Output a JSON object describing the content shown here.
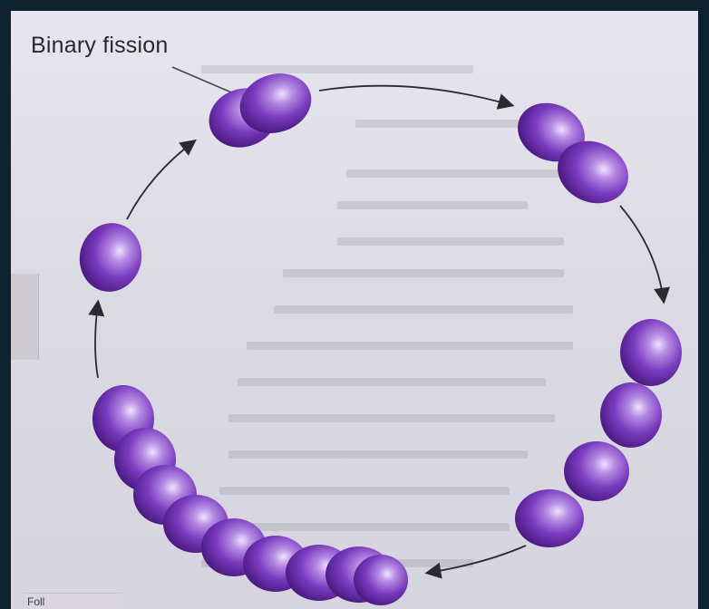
{
  "diagram": {
    "title": "Binary fission",
    "footer_fragment": "Foll",
    "colors": {
      "cell_dark": "#4a1a82",
      "cell_mid": "#7a3bbf",
      "cell_light": "#e9d8ff",
      "arrow": "#2b2a2f",
      "leader_line": "#4a4650"
    },
    "stages": [
      {
        "label": "two cells joined",
        "cells": 2
      },
      {
        "label": "two cells separating",
        "cells": 2
      },
      {
        "label": "chain of four cells",
        "cells": 4
      },
      {
        "label": "long chain of cells",
        "cells": 9
      },
      {
        "label": "single cell",
        "cells": 1
      }
    ]
  }
}
